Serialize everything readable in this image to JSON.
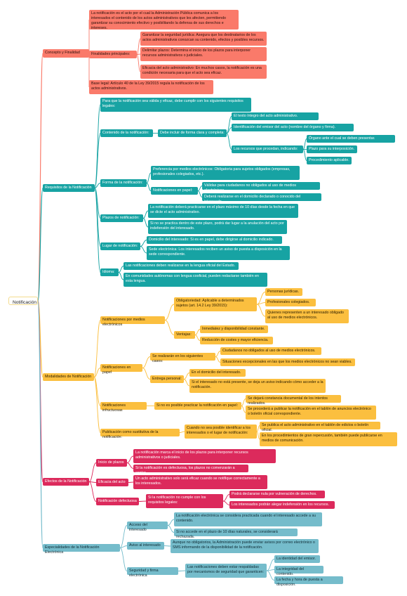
{
  "colors": {
    "branch_concepto": "#fa7a6a",
    "branch_requisitos": "#17a3a3",
    "branch_modalidades": "#fbbf3f",
    "branch_efectos": "#dc2a5c",
    "branch_especialidades": "#75bccb",
    "root_border": "#f3dc8e"
  },
  "nodes": {
    "root": "Notificación",
    "b0": "Concepto y Finalidad",
    "b0_def": "La notificación es el acto por el cual la Administración Pública comunica a los interesados el contenido de los actos administrativos que les afecten, permitiendo garantizar su conocimiento efectivo y posibilitando la defensa de sus derechos e intereses.",
    "b0_fin": "Finalidades principales:",
    "b0_fin_1": "Garantizar la seguridad jurídica: Asegura que los destinatarios de los actos administrativos conozcan su contenido, efectos y posibles recursos.",
    "b0_fin_2": "Delimitar plazos: Determina el inicio de los plazos para interponer recursos administrativos o judiciales.",
    "b0_fin_3": "Eficacia del acto administrativo: En muchos casos, la notificación es una condición necesaria para que el acto sea eficaz.",
    "b0_base": "Base legal: Artículo 40 de la Ley 39/2015 regula la notificación de los actos administrativos.",
    "b1": "Requisitos de la Notificación",
    "b1_intro": "Para que la notificación sea válida y eficaz, debe cumplir con los siguientes requisitos legales:",
    "b1_cont": "Contenido de la notificación:",
    "b1_cont_clara": "Debe incluir de forma clara y completa:",
    "b1_cont_1": "El texto íntegro del acto administrativo.",
    "b1_cont_2": "Identificación del emisor del acto (nombre del órgano y firma).",
    "b1_cont_rec": "Los recursos que procedan, indicando:",
    "b1_cont_rec_1": "Órgano ante el cual se deben presentar.",
    "b1_cont_rec_2": "Plazo para su interposición.",
    "b1_cont_rec_3": "Procedimiento aplicable.",
    "b1_forma": "Forma de la notificación:",
    "b1_forma_pref": "Preferencia por medios electrónicos: Obligatoria para sujetos obligados (empresas, profesionales colegiados, etc.).",
    "b1_forma_papel": "Notificaciones en papel:",
    "b1_forma_papel_1": "Válidas para ciudadanos no obligados al uso de medios electrónicos.",
    "b1_forma_papel_2": "Deberá realizarse en el domicilio declarado o conocido del interesado.",
    "b1_plazos": "Plazos de notificación:",
    "b1_plazos_1": "La notificación deberá practicarse en el plazo máximo de 10 días desde la fecha en que se dicte el acto administrativo.",
    "b1_plazos_2": "Si no se practica dentro de este plazo, podrá dar lugar a la anulación del acto por indefensión del interesado.",
    "b1_lugar": "Lugar de notificación:",
    "b1_lugar_1": "Domicilio del interesado: Si es en papel, debe dirigirse al domicilio indicado.",
    "b1_lugar_2": "Sede electrónica: Los interesados reciben un aviso de puesta a disposición en la sede correspondiente.",
    "b1_idioma": "Idioma:",
    "b1_idioma_1": "Las notificaciones deben realizarse en la lengua oficial del Estado.",
    "b1_idioma_2": "En comunidades autónomas con lengua cooficial, pueden redactarse también en esta lengua.",
    "b2": "Modalidades de Notificación",
    "b2_elec": "Notificaciones por medios electrónicos",
    "b2_elec_oblig": "Obligatoriedad: Aplicable a determinados sujetos (art. 14.2 Ley 39/2015):",
    "b2_elec_oblig_1": "Personas jurídicas.",
    "b2_elec_oblig_2": "Profesionales colegiados.",
    "b2_elec_oblig_3": "Quienes representen a un interesado obligado al uso de medios electrónicos.",
    "b2_elec_vent": "Ventajas:",
    "b2_elec_vent_1": "Inmediatez y disponibilidad constante.",
    "b2_elec_vent_2": "Reducción de costes y mayor eficiencia.",
    "b2_papel": "Notificaciones en papel",
    "b2_papel_casos": "Se realizarán en los siguientes casos:",
    "b2_papel_casos_1": "Ciudadanos no obligados al uso de medios electrónicos.",
    "b2_papel_casos_2": "Situaciones excepcionales en las que los medios electrónicos no sean viables.",
    "b2_papel_entrega": "Entrega personal:",
    "b2_papel_entrega_1": "En el domicilio del interesado.",
    "b2_papel_entrega_2": "Si el interesado no está presente, se deja un aviso indicando cómo acceder a la notificación.",
    "b2_infru": "Notificaciones infructuosas",
    "b2_infru_si": "Si no es posible practicar la notificación en papel:",
    "b2_infru_1": "Se dejará constancia documental de los intentos realizados.",
    "b2_infru_2": "Se procederá a publicar la notificación en el tablón de anuncios electrónico o boletín oficial correspondiente.",
    "b2_pub": "Publicación como sustitutiva de la notificación:",
    "b2_pub_cuando": "Cuando no sea posible identificar a los interesados o el lugar de notificación:",
    "b2_pub_1": "Se publica el acto administrativo en el tablón de edictos o boletín oficial.",
    "b2_pub_2": "En los procedimientos de gran repercusión, también puede publicarse en medios de comunicación.",
    "b3": "Efectos de la Notificación",
    "b3_inicio": "Inicio de plazos",
    "b3_inicio_1": "La notificación marca el inicio de los plazos para interponer recursos administrativos o judiciales.",
    "b3_inicio_2": "Si la notificación es defectuosa, los plazos no comenzarán a contar.",
    "b3_efic": "Eficacia del acto",
    "b3_efic_1": "Un acto administrativo solo será eficaz cuando se notifique correctamente a los interesados.",
    "b3_def": "Notificación defectuosa",
    "b3_def_cond": "Si la notificación no cumple con los requisitos legales:",
    "b3_def_1": "Podrá declararse nula por vulneración de derechos.",
    "b3_def_2": "Los interesados podrán alegar indefensión en los recursos.",
    "b4": "Especialidades de la Notificación Electrónica",
    "b4_acceso": "Acceso del interesado",
    "b4_acceso_1": "La notificación electrónica se considera practicada cuando el interesado accede a su contenido.",
    "b4_acceso_2": "Si no accede en el plazo de 10 días naturales, se considerará rechazada.",
    "b4_aviso": "Aviso al interesado",
    "b4_aviso_1": "Aunque no obligatorios, la Administración puede enviar avisos por correo electrónico o SMS informando de la disponibilidad de la notificación.",
    "b4_seg": "Seguridad y firma electrónica",
    "b4_seg_resp": "Las notificaciones deben estar respaldadas por mecanismos de seguridad que garanticen:",
    "b4_seg_1": "La identidad del emisor.",
    "b4_seg_2": "La integridad del contenido.",
    "b4_seg_3": "La fecha y hora de puesta a disposición."
  }
}
